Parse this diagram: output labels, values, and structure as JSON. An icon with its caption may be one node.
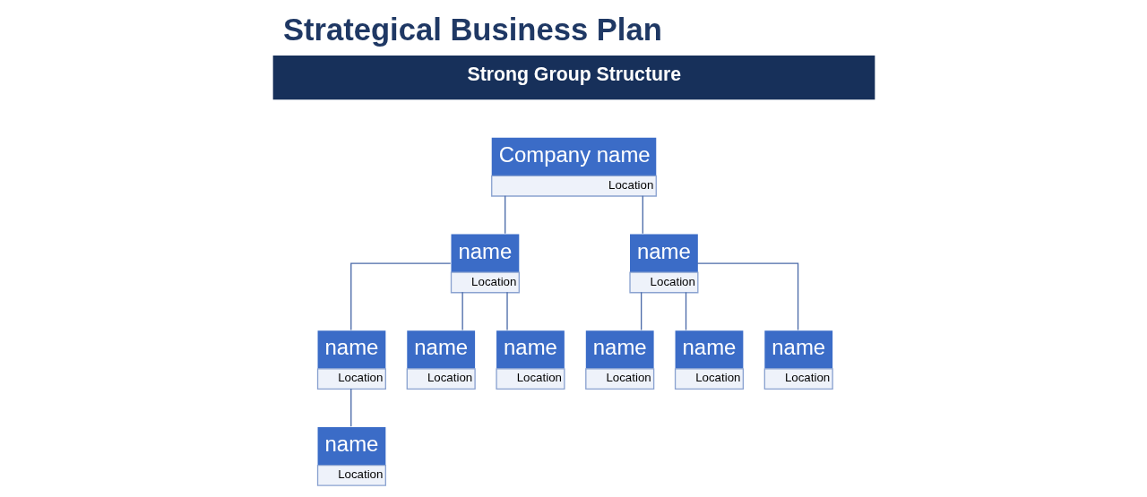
{
  "diagram": {
    "title": "Strategical Business Plan",
    "nodes": [
      {
        "text": [
          "Strong Group Structure"
        ]
      },
      {
        "text": [
          "Company name",
          "Location"
        ]
      },
      {
        "text": [
          "name",
          "Location"
        ]
      },
      {
        "text": [
          "name",
          "Location"
        ]
      },
      {
        "text": [
          "name",
          "Location"
        ]
      },
      {
        "text": [
          "name",
          "Location"
        ]
      },
      {
        "text": [
          "name",
          "Location"
        ]
      },
      {
        "text": [
          "name",
          "Location"
        ]
      },
      {
        "text": [
          "name",
          "Location"
        ]
      },
      {
        "text": [
          "name",
          "Location"
        ]
      },
      {
        "text": [
          "name",
          "Location"
        ]
      }
    ],
    "edges": [
      {
        "from": 1,
        "to": 2,
        "arrow": "none"
      },
      {
        "from": 1,
        "to": 3,
        "arrow": "none"
      },
      {
        "from": 2,
        "to": 4,
        "arrow": "none"
      },
      {
        "from": 2,
        "to": 5,
        "arrow": "none"
      },
      {
        "from": 2,
        "to": 6,
        "arrow": "none"
      },
      {
        "from": 3,
        "to": 7,
        "arrow": "none"
      },
      {
        "from": 3,
        "to": 8,
        "arrow": "none"
      },
      {
        "from": 3,
        "to": 9,
        "arrow": "none"
      },
      {
        "from": 4,
        "to": 10,
        "arrow": "none"
      }
    ]
  }
}
